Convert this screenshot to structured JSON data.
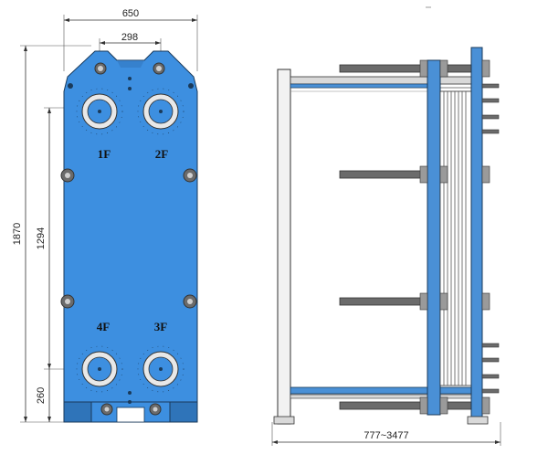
{
  "front_view": {
    "dimensions": {
      "total_width": "650",
      "port_spacing_horizontal": "298",
      "total_height": "1870",
      "port_spacing_vertical": "1294",
      "bottom_offset": "260"
    },
    "ports": [
      "1F",
      "2F",
      "4F",
      "3F"
    ]
  },
  "side_view": {
    "dimensions": {
      "frame_length": "777~3477"
    }
  },
  "colors": {
    "plate_blue": "#3d8fe0",
    "frame_blue": "#4a90d6",
    "steel_gray": "#6b6b6b",
    "light_gray": "#d9d9d9",
    "port_ring": "#e8e8e8"
  }
}
